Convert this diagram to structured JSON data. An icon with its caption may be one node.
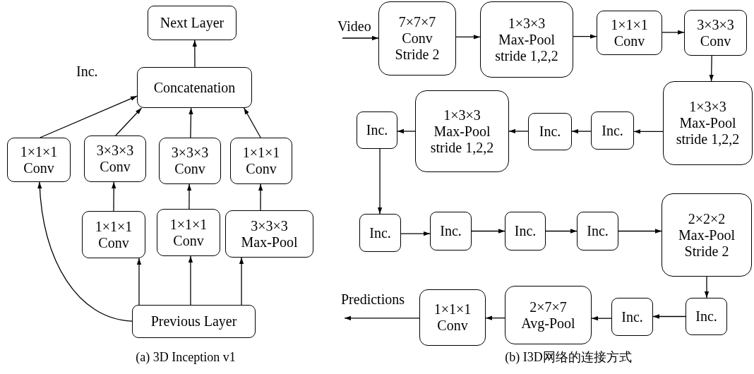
{
  "diagram": {
    "nodes": [
      {
        "text": [
          "Next Layer"
        ]
      },
      {
        "text": [
          "Concatenation"
        ]
      },
      {
        "text": [
          "1×1×1 Conv"
        ]
      },
      {
        "text": [
          "3×3×3 Conv"
        ]
      },
      {
        "text": [
          "3×3×3 Conv"
        ]
      },
      {
        "text": [
          "1×1×1 Conv"
        ]
      },
      {
        "text": [
          "1×1×1 Conv"
        ]
      },
      {
        "text": [
          "1×1×1 Conv"
        ]
      },
      {
        "text": [
          "3×3×3 Max-Pool"
        ]
      },
      {
        "text": [
          "Previous Layer"
        ]
      },
      {
        "text": [
          "7×7×7 Conv Stride 2"
        ]
      },
      {
        "text": [
          "1×3×3 Max-Pool stride 1,2,2"
        ]
      },
      {
        "text": [
          "1×1×1 Conv"
        ]
      },
      {
        "text": [
          "3×3×3 Conv"
        ]
      },
      {
        "text": [
          "1×3×3 Max-Pool stride 1,2,2"
        ]
      },
      {
        "text": [
          "Inc."
        ]
      },
      {
        "text": [
          "Inc."
        ]
      },
      {
        "text": [
          "1×3×3 Max-Pool stride 1,2,2"
        ]
      },
      {
        "text": [
          "Inc."
        ]
      },
      {
        "text": [
          "Inc."
        ]
      },
      {
        "text": [
          "Inc."
        ]
      },
      {
        "text": [
          "Inc."
        ]
      },
      {
        "text": [
          "Inc."
        ]
      },
      {
        "text": [
          "2×2×2 Max-Pool Stride 2"
        ]
      },
      {
        "text": [
          "Inc."
        ]
      },
      {
        "text": [
          "Inc."
        ]
      },
      {
        "text": [
          "2×7×7 Avg-Pool"
        ]
      },
      {
        "text": [
          "1×1×1 Conv"
        ]
      }
    ],
    "edges": [
      {
        "from": 1,
        "to": 0,
        "arrow": "to"
      },
      {
        "from": 2,
        "to": 1,
        "arrow": "to"
      },
      {
        "from": 3,
        "to": 1,
        "arrow": "to"
      },
      {
        "from": 4,
        "to": 1,
        "arrow": "to"
      },
      {
        "from": 5,
        "to": 1,
        "arrow": "to"
      },
      {
        "from": 6,
        "to": 3,
        "arrow": "to"
      },
      {
        "from": 7,
        "to": 4,
        "arrow": "to"
      },
      {
        "from": 8,
        "to": 5,
        "arrow": "to"
      },
      {
        "from": 9,
        "to": 2,
        "arrow": "to"
      },
      {
        "from": 9,
        "to": 6,
        "arrow": "to"
      },
      {
        "from": 9,
        "to": 7,
        "arrow": "to"
      },
      {
        "from": 9,
        "to": 8,
        "arrow": "to"
      },
      {
        "from": null,
        "to": 10,
        "arrow": "to"
      },
      {
        "from": 10,
        "to": 11,
        "arrow": "to"
      },
      {
        "from": 11,
        "to": 12,
        "arrow": "to"
      },
      {
        "from": 12,
        "to": 13,
        "arrow": "to"
      },
      {
        "from": 13,
        "to": 14,
        "arrow": "to"
      },
      {
        "from": 14,
        "to": 15,
        "arrow": "to"
      },
      {
        "from": 15,
        "to": 16,
        "arrow": "to"
      },
      {
        "from": 16,
        "to": 17,
        "arrow": "to"
      },
      {
        "from": 17,
        "to": 18,
        "arrow": "to"
      },
      {
        "from": 18,
        "to": 19,
        "arrow": "to"
      },
      {
        "from": 19,
        "to": 20,
        "arrow": "to"
      },
      {
        "from": 20,
        "to": 21,
        "arrow": "to"
      },
      {
        "from": 21,
        "to": 22,
        "arrow": "to"
      },
      {
        "from": 22,
        "to": 23,
        "arrow": "to"
      },
      {
        "from": 23,
        "to": 24,
        "arrow": "to"
      },
      {
        "from": 24,
        "to": 25,
        "arrow": "to"
      },
      {
        "from": 25,
        "to": 26,
        "arrow": "to"
      },
      {
        "from": 26,
        "to": 27,
        "arrow": "to"
      },
      {
        "from": 27,
        "to": null,
        "arrow": "to"
      }
    ],
    "labels": [
      "Inc.",
      "Video",
      "Predictions",
      "(a) 3D Inception v1",
      "(b) I3D网络的连接方式"
    ]
  }
}
